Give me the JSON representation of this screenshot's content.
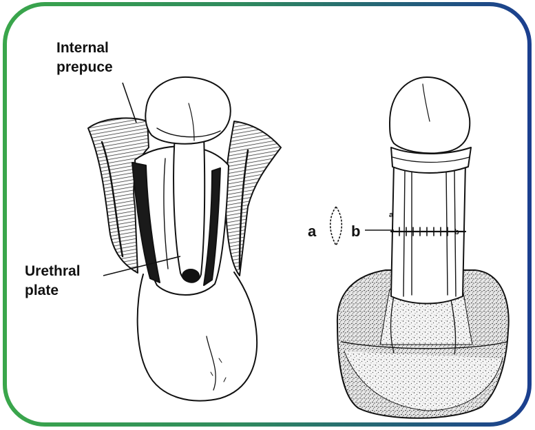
{
  "colors": {
    "border_green": "#3aa64b",
    "border_blue": "#1b3f8f"
  },
  "labels": {
    "internal_prepuce_line1": "Internal",
    "internal_prepuce_line2": "prepuce",
    "urethral_plate_line1": "Urethral",
    "urethral_plate_line2": "plate",
    "incision_a": "a",
    "incision_b": "b",
    "small_a": "a",
    "small_b": "b"
  }
}
